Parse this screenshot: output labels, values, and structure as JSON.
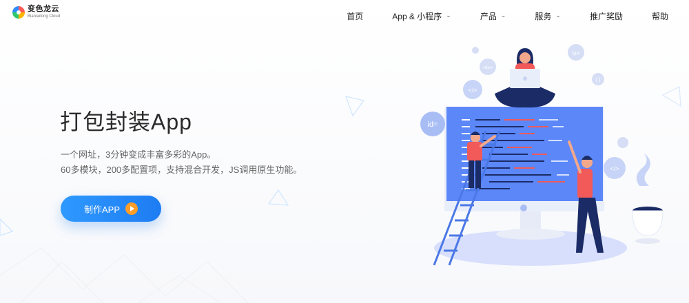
{
  "header": {
    "logo_name": "变色龙云",
    "logo_sub": "Bianselong Cloud",
    "nav": [
      {
        "label": "首页",
        "has_dropdown": false
      },
      {
        "label": "App & 小程序",
        "has_dropdown": true
      },
      {
        "label": "产品",
        "has_dropdown": true
      },
      {
        "label": "服务",
        "has_dropdown": true
      },
      {
        "label": "推广奖励",
        "has_dropdown": false
      },
      {
        "label": "帮助",
        "has_dropdown": false
      }
    ]
  },
  "hero": {
    "title": "打包封装App",
    "desc_line1": "一个网址，3分钟变成丰富多彩的App。",
    "desc_line2": "60多模块，200多配置项，支持混合开发，JS调用原生功能。",
    "cta_label": "制作APP"
  },
  "illustration": {
    "bubble_id": "id=",
    "bubble_code": "</>",
    "bubble_type": "type",
    "bubble_div": "<div>",
    "bubble_brace": "{ }"
  },
  "colors": {
    "brand_blue": "#1d7cf2",
    "screen_blue": "#5b87f8",
    "accent_orange": "#ff9d28",
    "shirt_red": "#f25a5a",
    "navy": "#1b2b66"
  }
}
